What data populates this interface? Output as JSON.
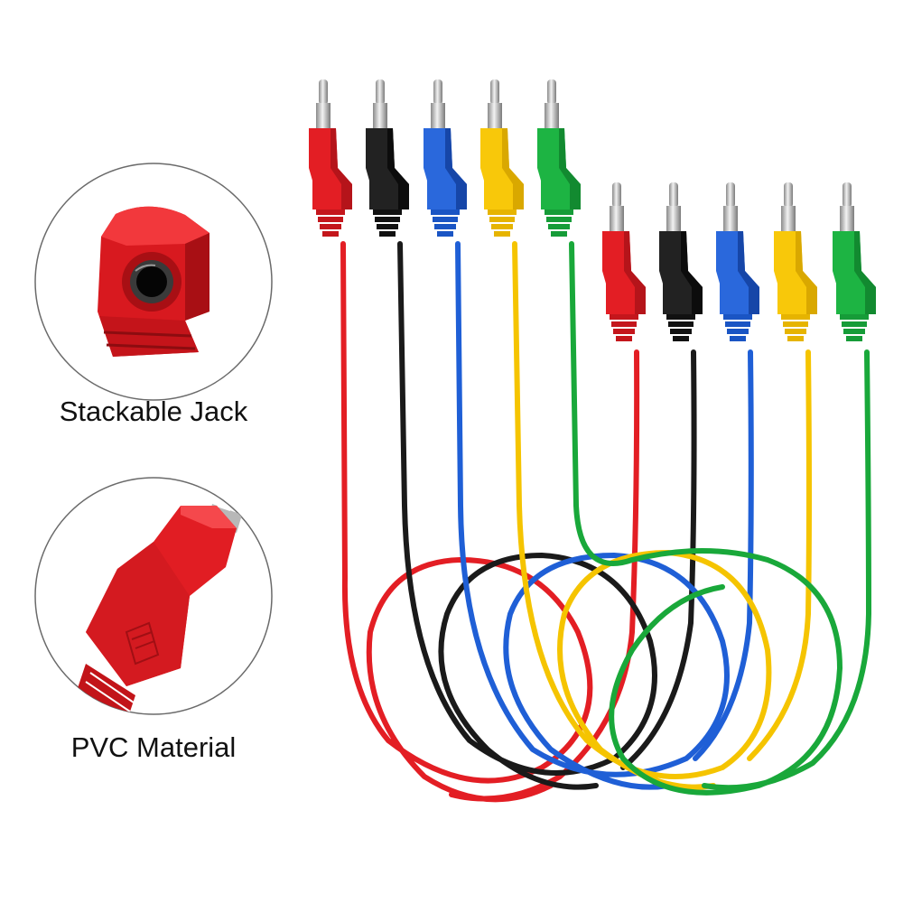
{
  "callouts": [
    {
      "label": "Stackable Jack",
      "subject": "stackable-jack-closeup"
    },
    {
      "label": "PVC Material",
      "subject": "pvc-material-closeup"
    }
  ],
  "colors": {
    "red": "#e31e24",
    "black": "#1a1a1a",
    "blue": "#1f5fd6",
    "yellow": "#f5c400",
    "green": "#19a83a",
    "plug_metal": "#c8c8c8",
    "callout_border": "#6a6a6a"
  },
  "cable_sets": [
    {
      "set": "tall",
      "cables": [
        "red",
        "black",
        "blue",
        "yellow",
        "green"
      ]
    },
    {
      "set": "short",
      "cables": [
        "red",
        "black",
        "blue",
        "yellow",
        "green"
      ]
    }
  ]
}
